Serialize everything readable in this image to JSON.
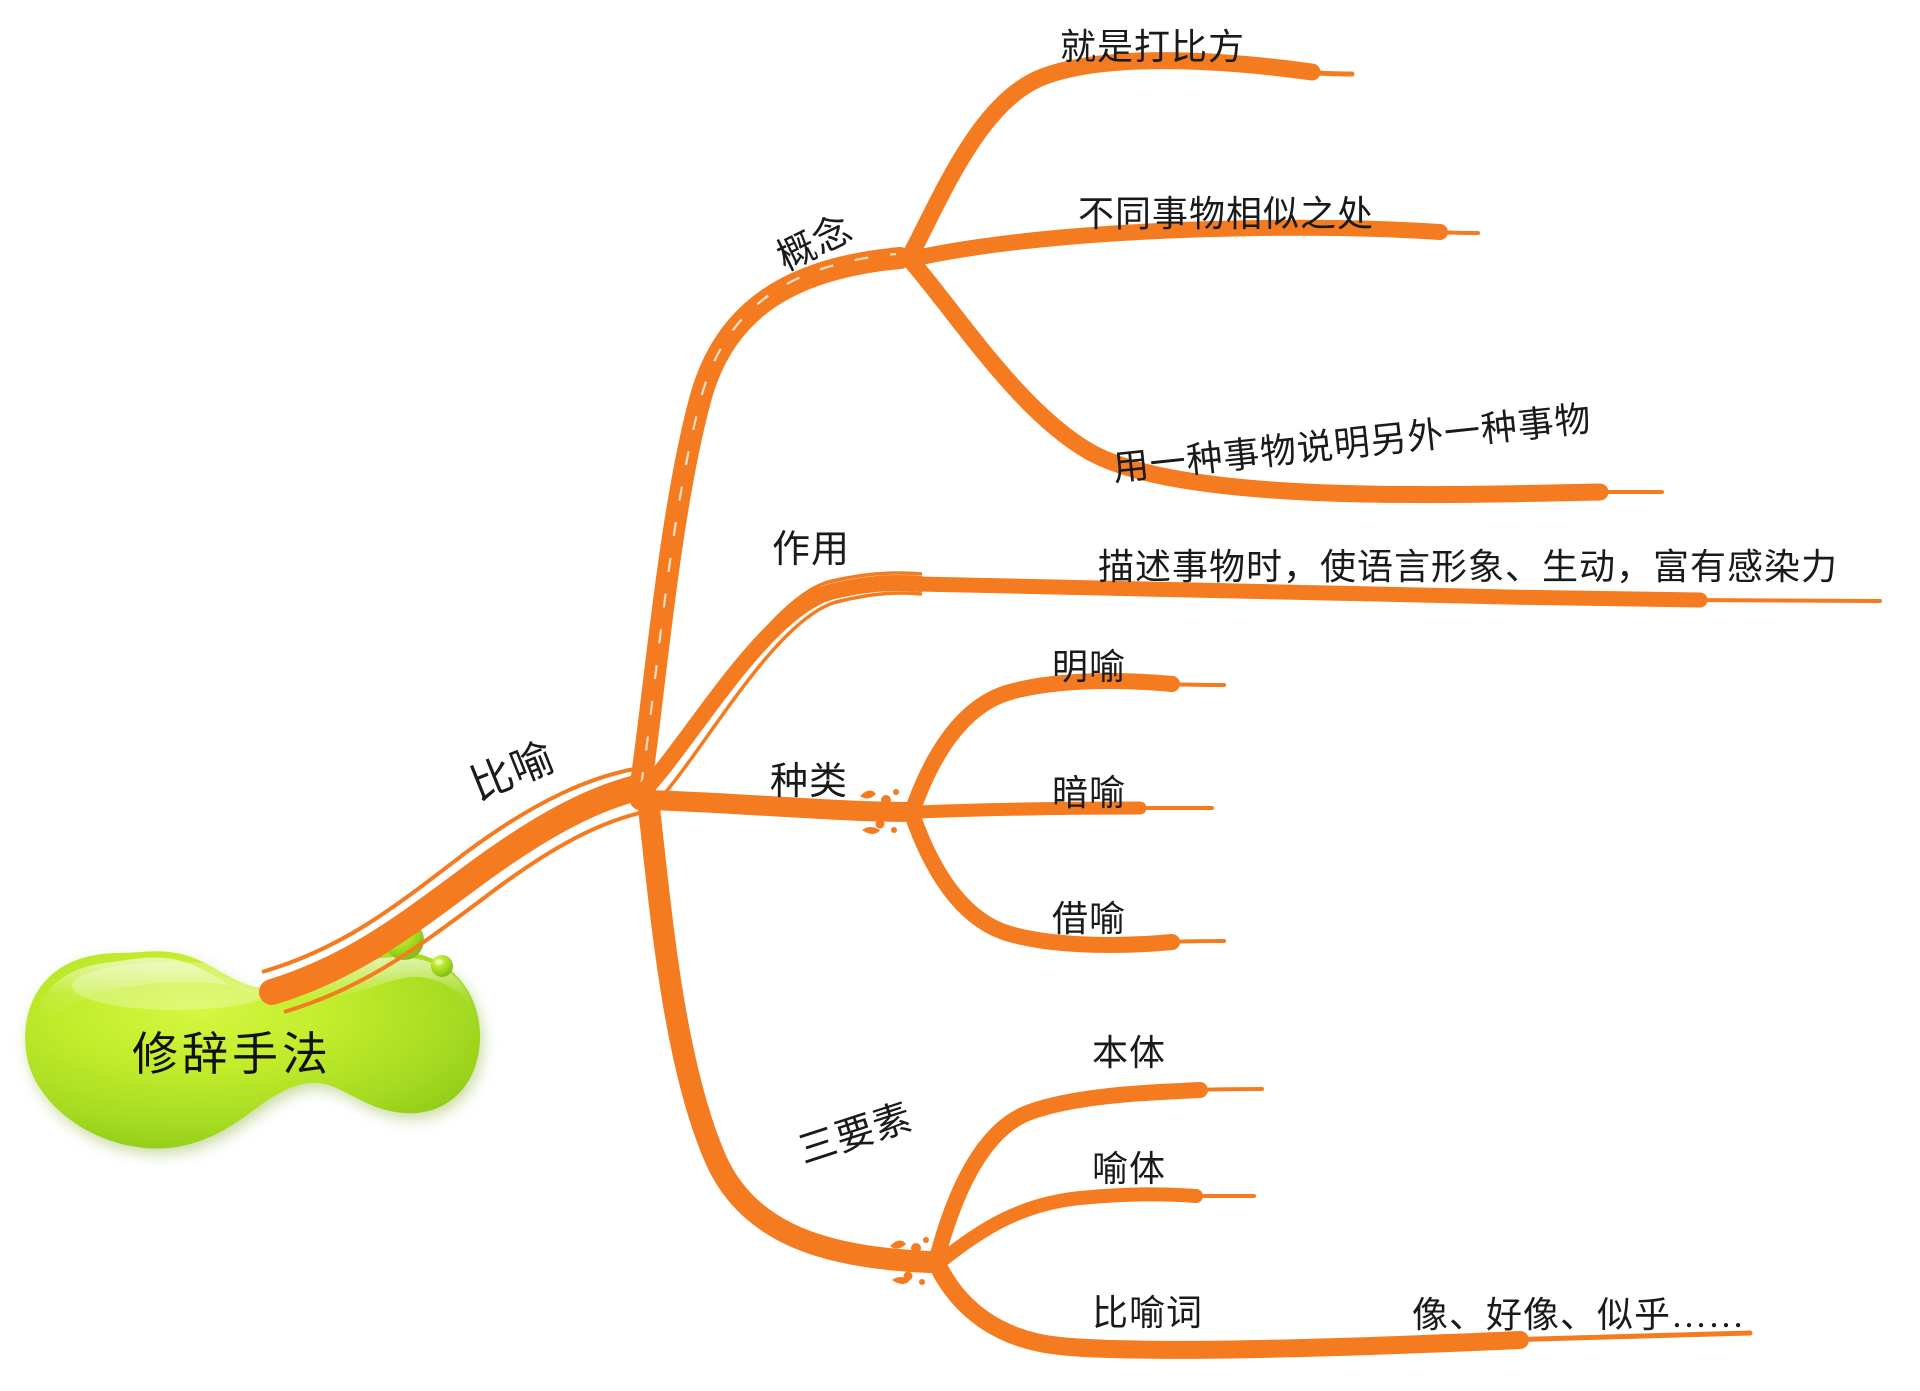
{
  "theme": {
    "background": "#ffffff",
    "branch_color": "#f47b1f",
    "branch_color_light": "#f68c2c",
    "root_fill_outer": "#9fd62a",
    "root_fill_inner": "#c3ec2e",
    "text_color": "#1a1a1a"
  },
  "root": {
    "label": "修辞手法"
  },
  "main_branch": {
    "label": "比喻"
  },
  "branches": [
    {
      "label": "概念",
      "children": [
        {
          "label": "就是打比方"
        },
        {
          "label": "不同事物相似之处"
        },
        {
          "label": "用一种事物说明另外一种事物"
        }
      ]
    },
    {
      "label": "作用",
      "children": [
        {
          "label": "描述事物时，使语言形象、生动，富有感染力"
        }
      ]
    },
    {
      "label": "种类",
      "children": [
        {
          "label": "明喻"
        },
        {
          "label": "暗喻"
        },
        {
          "label": "借喻"
        }
      ]
    },
    {
      "label": "三要素",
      "children": [
        {
          "label": "本体"
        },
        {
          "label": "喻体"
        },
        {
          "label": "比喻词",
          "children": [
            {
              "label": "像、好像、似乎……"
            }
          ]
        }
      ]
    }
  ]
}
